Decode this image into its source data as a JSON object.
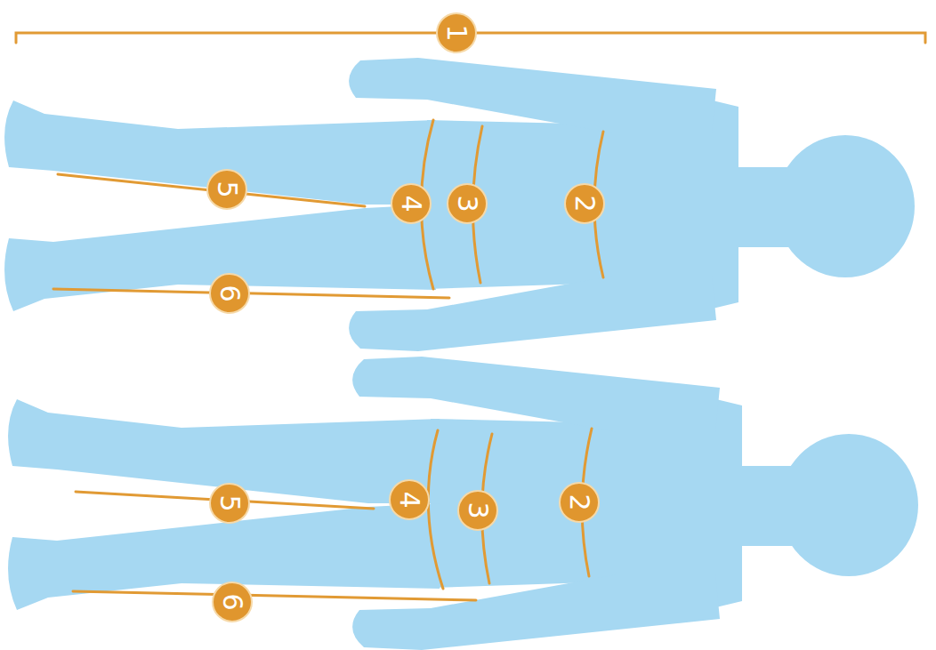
{
  "diagram": {
    "labels": [
      "1",
      "2",
      "3",
      "4",
      "5",
      "6",
      "2",
      "3",
      "4",
      "5",
      "6"
    ]
  }
}
